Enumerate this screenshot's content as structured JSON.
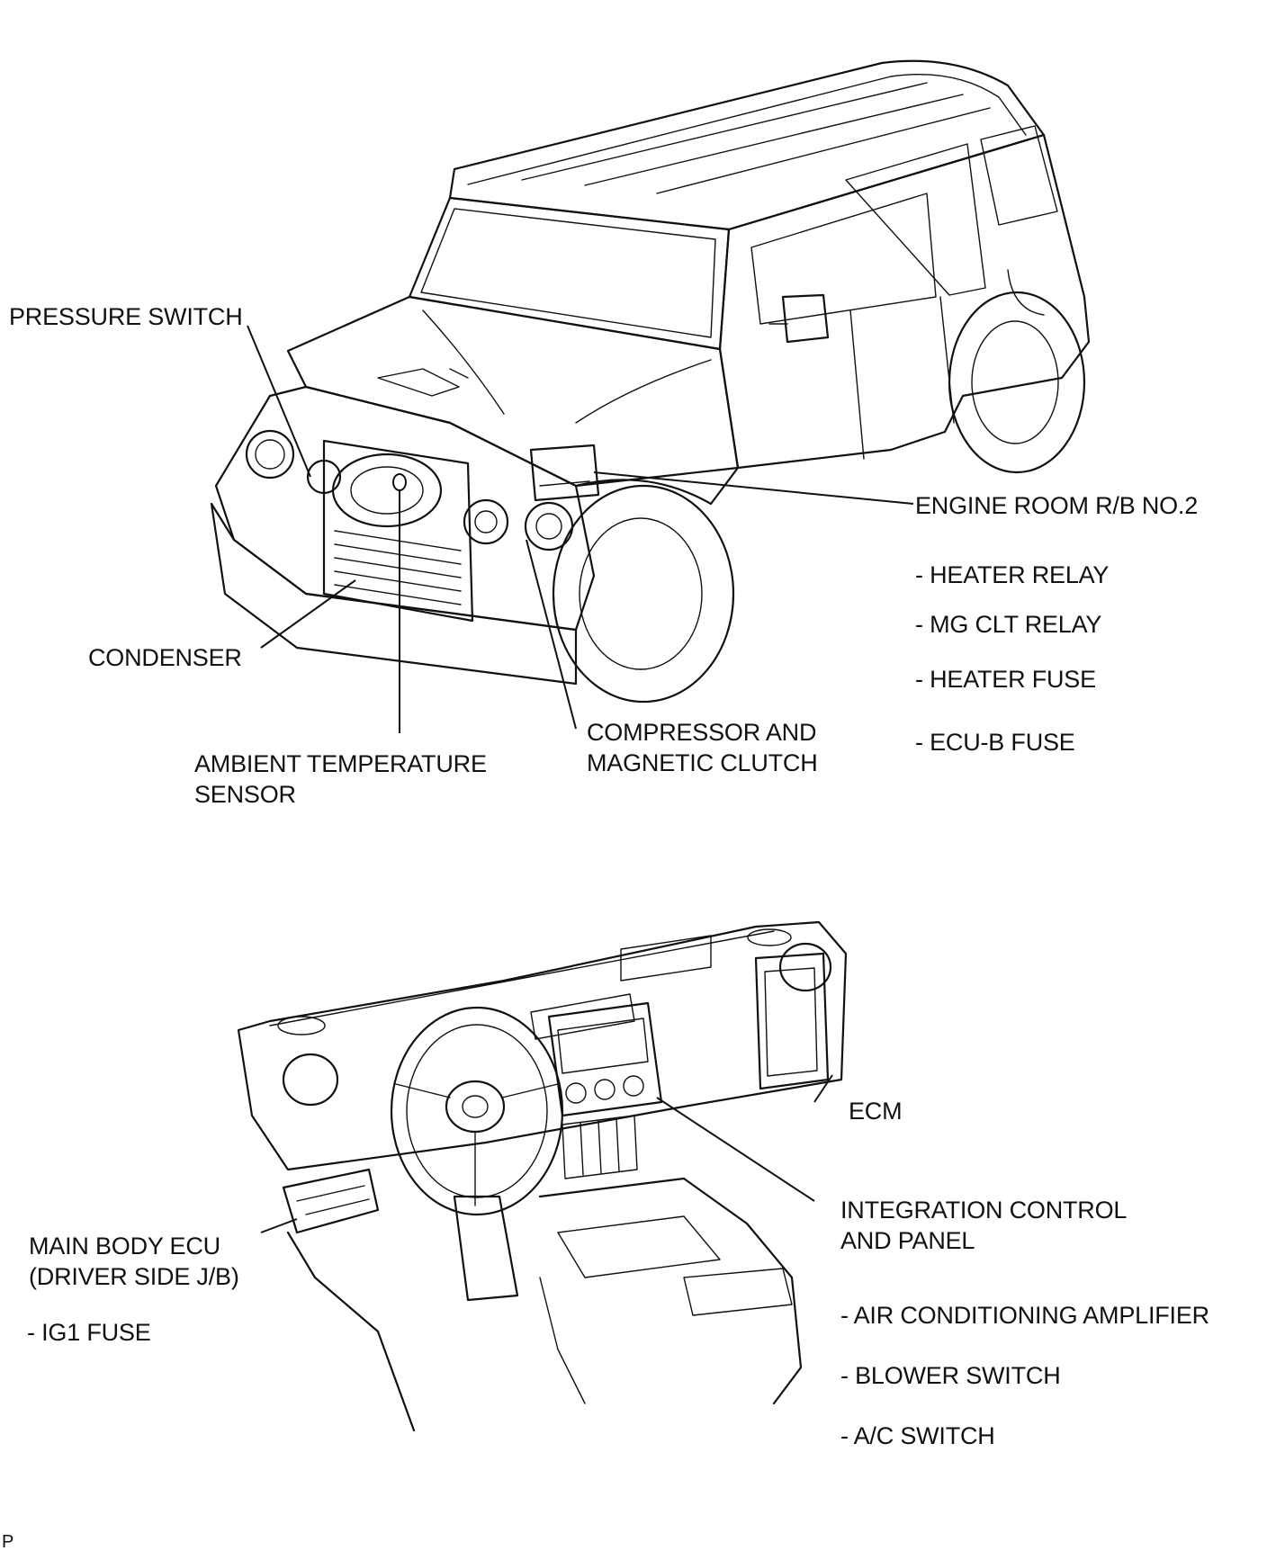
{
  "vehicle_labels": {
    "pressure_switch": "PRESSURE SWITCH",
    "engine_room_rb": "ENGINE ROOM R/B NO.2",
    "heater_relay": "- HEATER RELAY",
    "mg_clt_relay": "- MG CLT RELAY",
    "heater_fuse": "- HEATER FUSE",
    "ecu_b_fuse": "- ECU-B FUSE",
    "condenser": "CONDENSER",
    "compressor_line1": "COMPRESSOR AND",
    "compressor_line2": "MAGNETIC CLUTCH",
    "ambient_line1": "AMBIENT TEMPERATURE",
    "ambient_line2": "SENSOR"
  },
  "dash_labels": {
    "ecm": "ECM",
    "integration_line1": "INTEGRATION CONTROL",
    "integration_line2": "AND PANEL",
    "ac_amplifier": "- AIR CONDITIONING AMPLIFIER",
    "blower_switch": "- BLOWER SWITCH",
    "ac_switch": "- A/C SWITCH",
    "main_body_line1": "MAIN BODY ECU",
    "main_body_line2": "(DRIVER SIDE J/B)",
    "ig1_fuse": "- IG1 FUSE"
  },
  "footer": {
    "corner_mark": "P"
  }
}
